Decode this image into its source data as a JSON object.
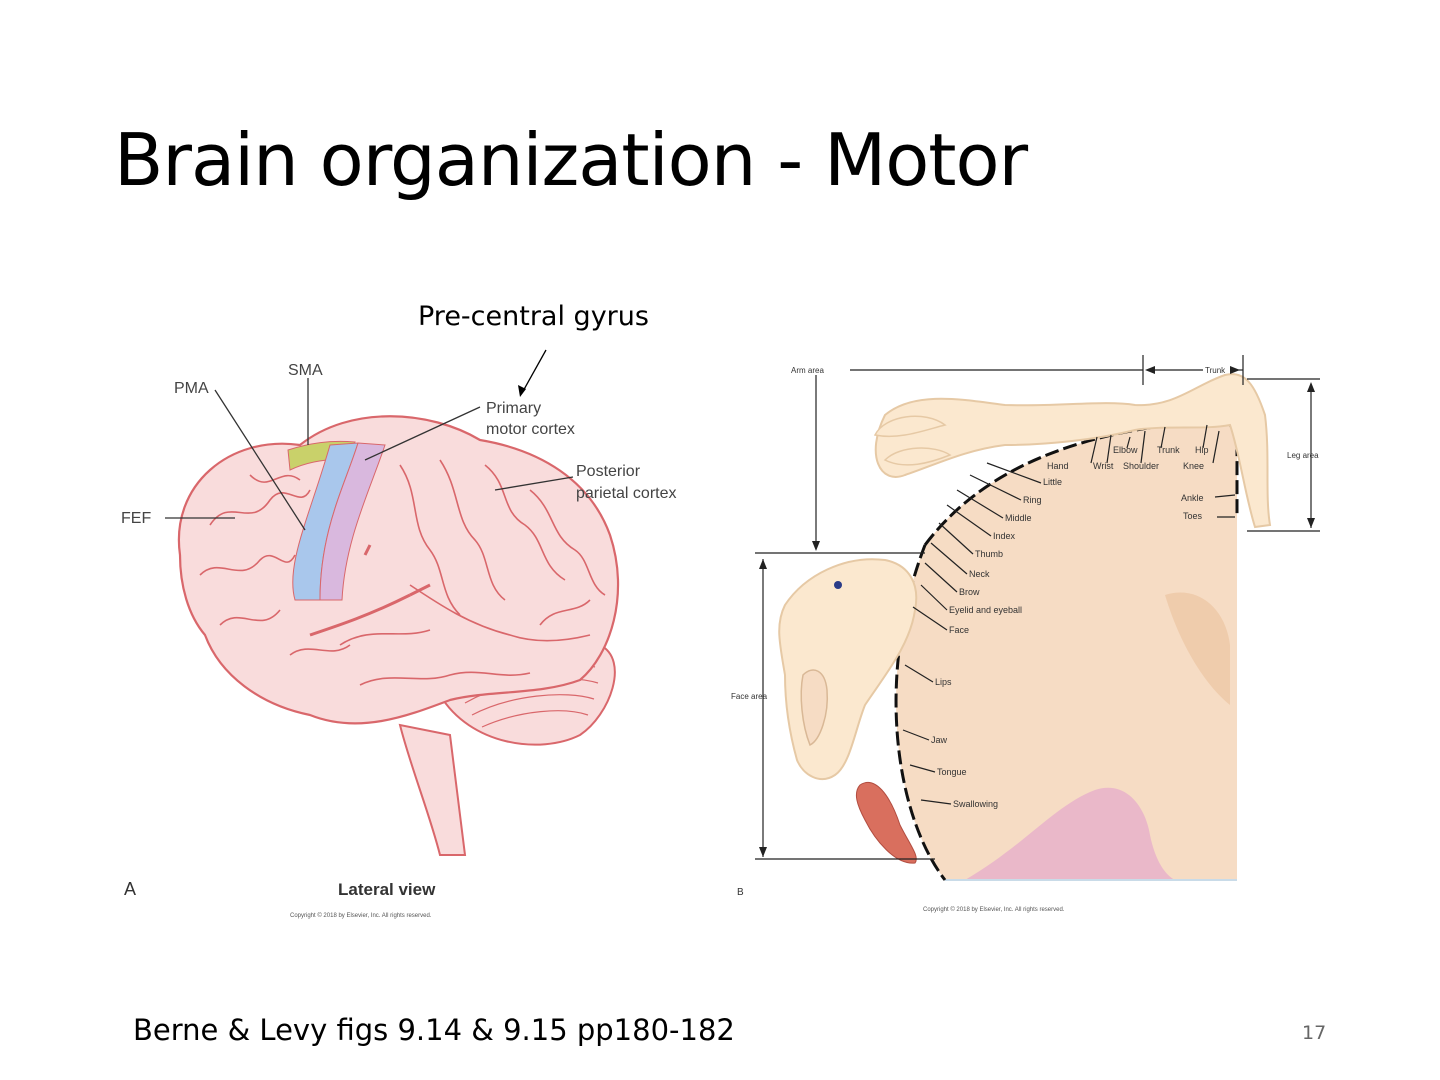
{
  "slide": {
    "title": "Brain organization - Motor",
    "caption": "Berne & Levy figs 9.14 & 9.15 pp180-182",
    "page_number": "17"
  },
  "figure_a": {
    "header": "Pre-central gyrus",
    "labels": {
      "sma": "SMA",
      "pma": "PMA",
      "fef": "FEF",
      "primary_line1": "Primary",
      "primary_line2": "motor cortex",
      "posterior_line1": "Posterior",
      "posterior_line2": "parietal cortex"
    },
    "letter": "A",
    "subtitle": "Lateral view",
    "copyright": "Copyright © 2018 by Elsevier, Inc. All rights reserved."
  },
  "figure_b": {
    "letter": "B",
    "copyright": "Copyright © 2018 by Elsevier, Inc. All rights reserved.",
    "region_labels": {
      "arm_area": "Arm area",
      "trunk": "Trunk",
      "leg_area": "Leg area",
      "face_area": "Face area"
    },
    "homunculus_labels": [
      "Elbow",
      "Trunk",
      "Hip",
      "Hand",
      "Wrist",
      "Shoulder",
      "Knee",
      "Little",
      "Ring",
      "Middle",
      "Index",
      "Thumb",
      "Neck",
      "Brow",
      "Eyelid and eyeball",
      "Face",
      "Lips",
      "Jaw",
      "Tongue",
      "Swallowing",
      "Ankle",
      "Toes"
    ]
  },
  "colors": {
    "brain_fill": "#f9dcdc",
    "brain_stroke": "#d9676b",
    "sma_fill": "#c9d16a",
    "pma_fill": "#a9c7ec",
    "primary_fill": "#d9b8de",
    "cortex_fill": "#f6dcc4",
    "body_fill": "#fbe8cf",
    "ventricle_fill": "#eab8c9"
  }
}
